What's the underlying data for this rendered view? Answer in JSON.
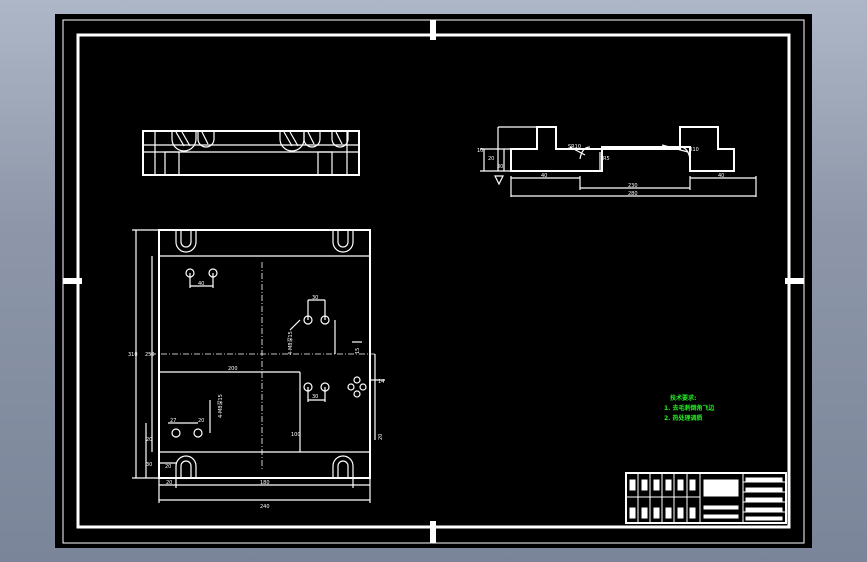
{
  "colors": {
    "background_outer": "#8d97a9",
    "drawing_area": "#000000",
    "linework": "#ffffff",
    "notes": "#22ee22"
  },
  "top_view": {
    "dims": {
      "d1": "SR10",
      "d2": "R5",
      "d3": "R10",
      "d4": "10",
      "d5": "20",
      "d6": "30",
      "d7": "40",
      "d8": "40",
      "d9": "230",
      "d10": "280"
    }
  },
  "plan_view": {
    "dims": {
      "left_total": "310",
      "left_inner": "250",
      "hole_pitch_top": "40",
      "right_group_top": "30",
      "right_group_label": "4-M8深15",
      "center_span": "200",
      "right_group_bottom": "30",
      "right_group_label_b": "4-M8深15",
      "right_vertical": "100",
      "left_bottom_1": "27",
      "left_bottom_2": "20",
      "left_margin_1": "20",
      "left_margin_2": "30",
      "small_hole_1": "20",
      "bottom_left_offset": "20",
      "bottom_span": "180",
      "bottom_total": "240",
      "right_cluster_dim": "14",
      "center_small": "15",
      "side_small": "20"
    }
  },
  "notes": {
    "title": "技术要求:",
    "line1": "1. 去毛刺倒角飞边",
    "line2": "2. 热处理调质"
  }
}
